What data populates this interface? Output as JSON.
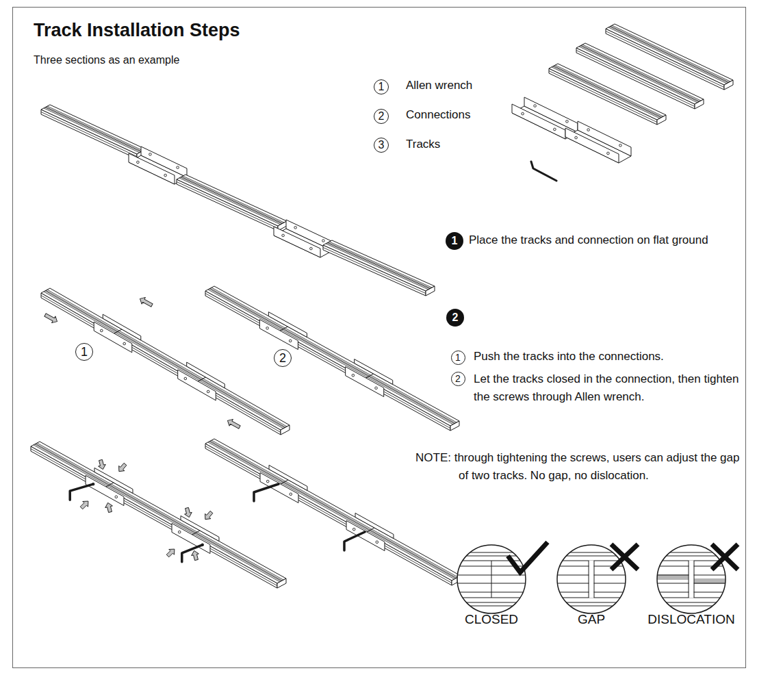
{
  "diagram": {
    "title": "Track Installation Steps",
    "nodes": [
      {
        "text": [
          "1"
        ]
      },
      {
        "text": [
          "2"
        ]
      },
      {
        "text": [
          "3"
        ]
      },
      {
        "text": [
          "1"
        ]
      },
      {
        "text": [
          "2"
        ]
      },
      {
        "text": [
          "1"
        ]
      },
      {
        "text": [
          "2"
        ]
      },
      {
        "text": [
          "1"
        ]
      },
      {
        "text": [
          "2"
        ]
      }
    ],
    "labels": [
      "Three sections as an example",
      "Allen wrench",
      "Connections",
      "Tracks",
      "Place the tracks and connection on flat ground",
      "Push the tracks into the connections.",
      "Let the tracks closed in the connection, then tighten the screws through Allen wrench.",
      "NOTE: through tightening the screws, users can adjust the gap of two tracks. No gap, no dislocation.",
      "CLOSED",
      "GAP",
      "DISLOCATION"
    ]
  }
}
